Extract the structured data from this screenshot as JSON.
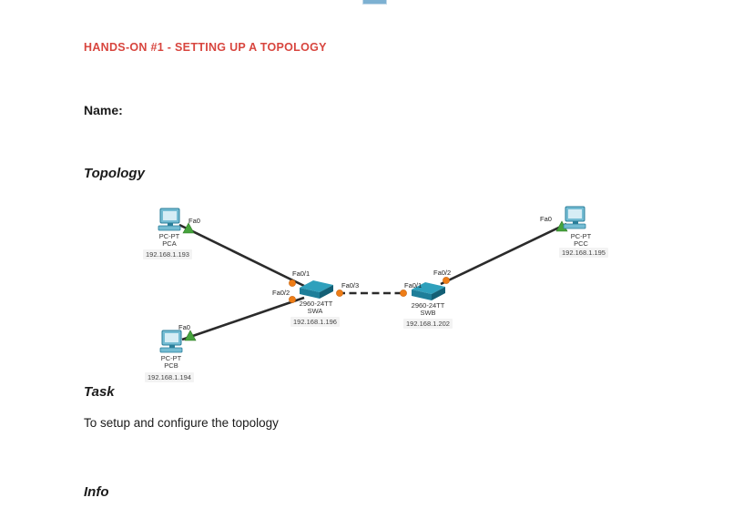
{
  "page": {
    "title": "HANDS-ON #1 - SETTING UP A TOPOLOGY",
    "name_label": "Name:",
    "headings": {
      "topology": "Topology",
      "task": "Task",
      "info": "Info"
    },
    "task_text": "To setup and configure the topology"
  },
  "colors": {
    "title_red": "#d8463f",
    "cable_black": "#2b2b2b",
    "link_up_green": "#46a33c",
    "port_amber": "#ee7d17",
    "switch_teal_top": "#2fa0bc",
    "switch_teal_front": "#1e7e99",
    "switch_teal_side": "#135f75",
    "pc_teal": "#74bcd3"
  },
  "topology": {
    "devices": [
      {
        "model": "PC-PT",
        "name": "PCA",
        "ip": "192.168.1.193"
      },
      {
        "model": "PC-PT",
        "name": "PCB",
        "ip": "192.168.1.194"
      },
      {
        "model": "PC-PT",
        "name": "PCC",
        "ip": "192.168.1.195"
      },
      {
        "model": "2960-24TT",
        "name": "SWA",
        "ip": "192.168.1.196"
      },
      {
        "model": "2960-24TT",
        "name": "SWB",
        "ip": "192.168.1.202"
      }
    ],
    "port_labels": {
      "pca_fa0": "Fa0",
      "pcb_fa0": "Fa0",
      "pcc_fa0": "Fa0",
      "swa_fa0_1": "Fa0/1",
      "swa_fa0_2": "Fa0/2",
      "swa_fa0_3": "Fa0/3",
      "swb_fa0_1": "Fa0/1",
      "swb_fa0_2": "Fa0/2"
    },
    "links": [
      {
        "from": "PCA Fa0",
        "to": "SWA Fa0/1",
        "style": "solid"
      },
      {
        "from": "PCB Fa0",
        "to": "SWA Fa0/2",
        "style": "solid"
      },
      {
        "from": "SWA Fa0/3",
        "to": "SWB Fa0/1",
        "style": "dashed"
      },
      {
        "from": "SWB Fa0/2",
        "to": "PCC Fa0",
        "style": "solid"
      }
    ]
  }
}
